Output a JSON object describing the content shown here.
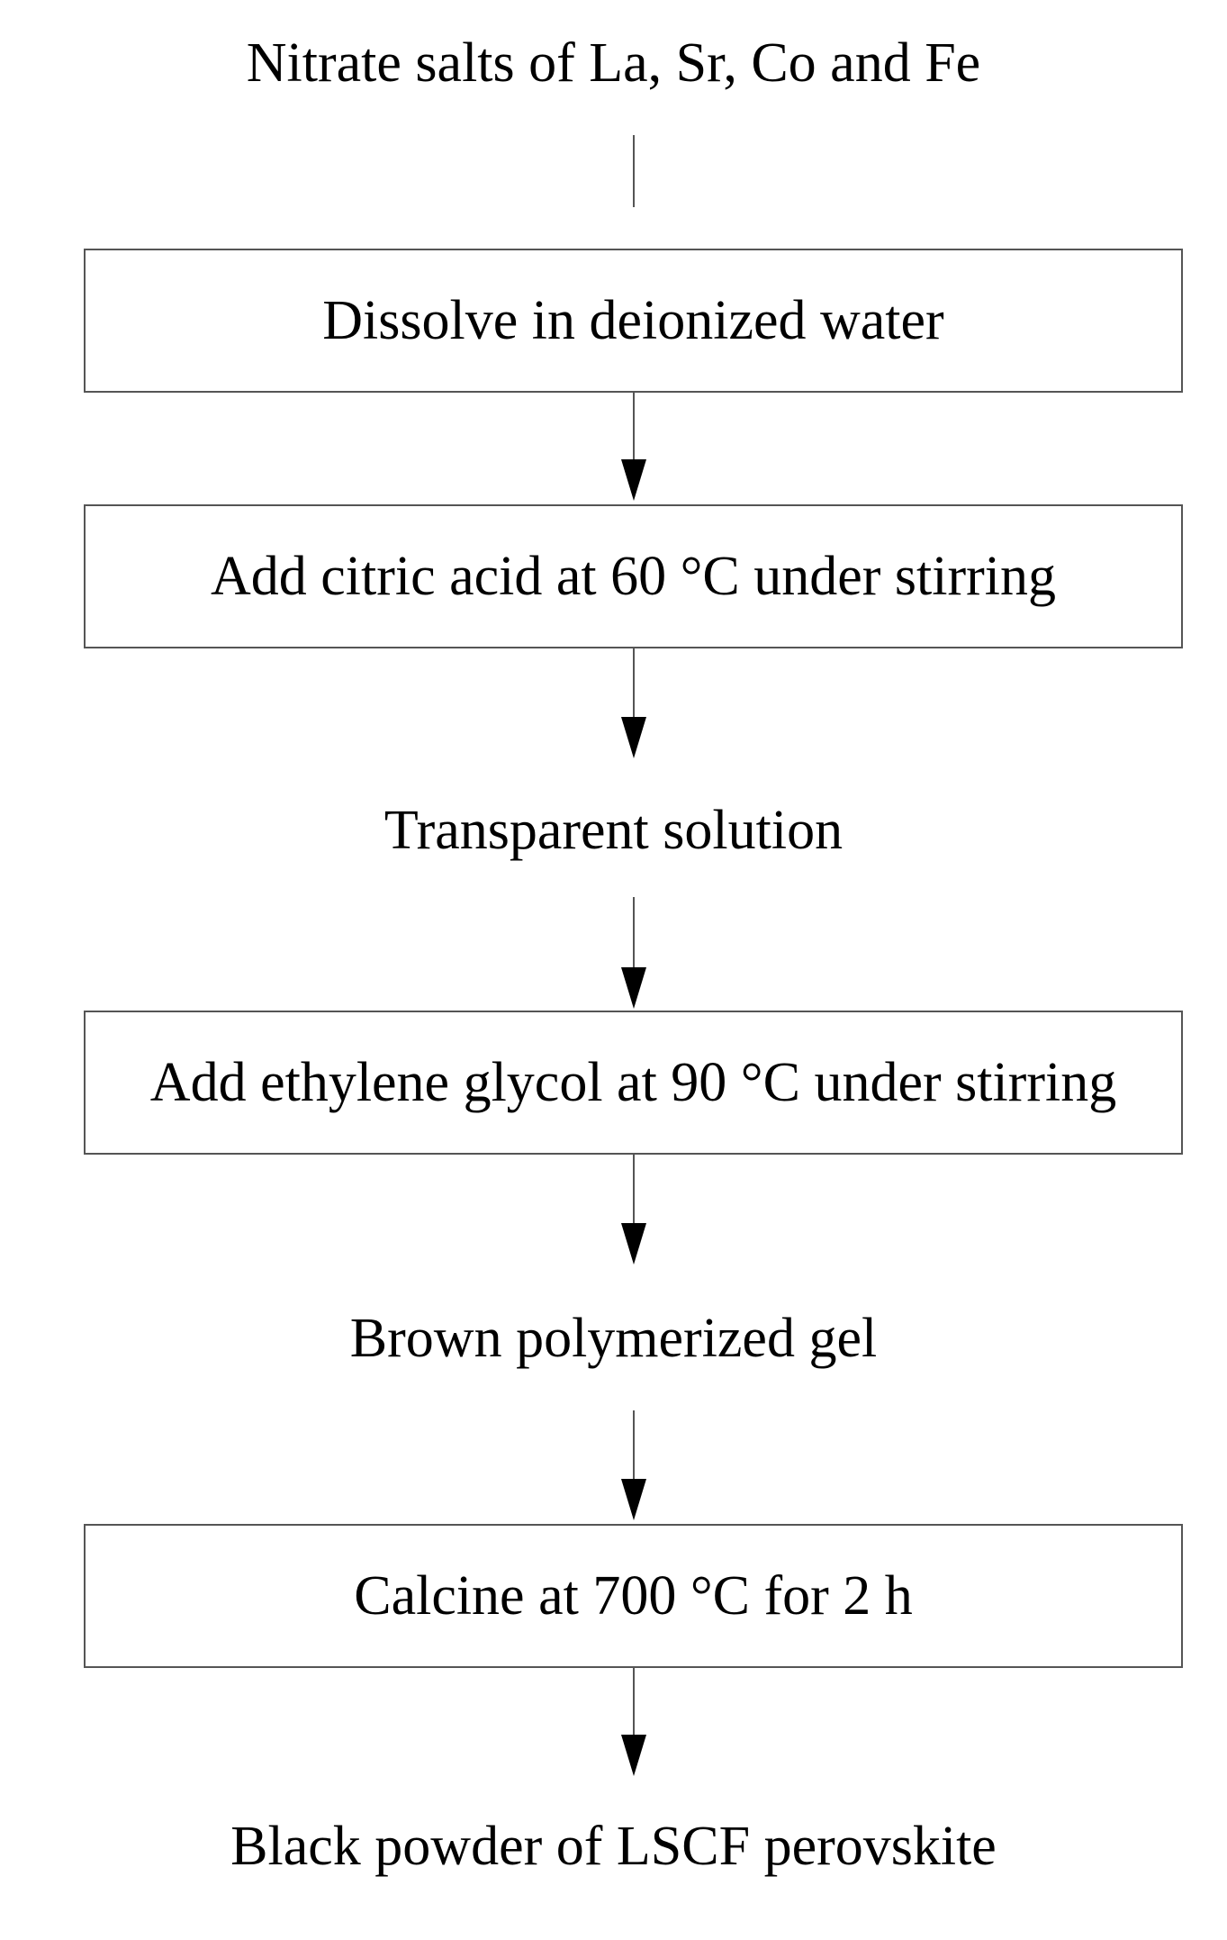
{
  "flow": {
    "start": "Nitrate salts of La, Sr, Co and Fe",
    "step1": "Dissolve in deionized water",
    "step2": "Add citric acid at 60 °C under stirring",
    "intermediate1": "Transparent solution",
    "step3": "Add ethylene glycol at 90 °C under stirring",
    "intermediate2": "Brown polymerized gel",
    "step4": "Calcine at 700 °C for 2 h",
    "product": "Black powder of LSCF perovskite"
  },
  "colors": {
    "line": "#555555",
    "arrowhead": "#000000",
    "text": "#000000",
    "background": "#ffffff"
  }
}
